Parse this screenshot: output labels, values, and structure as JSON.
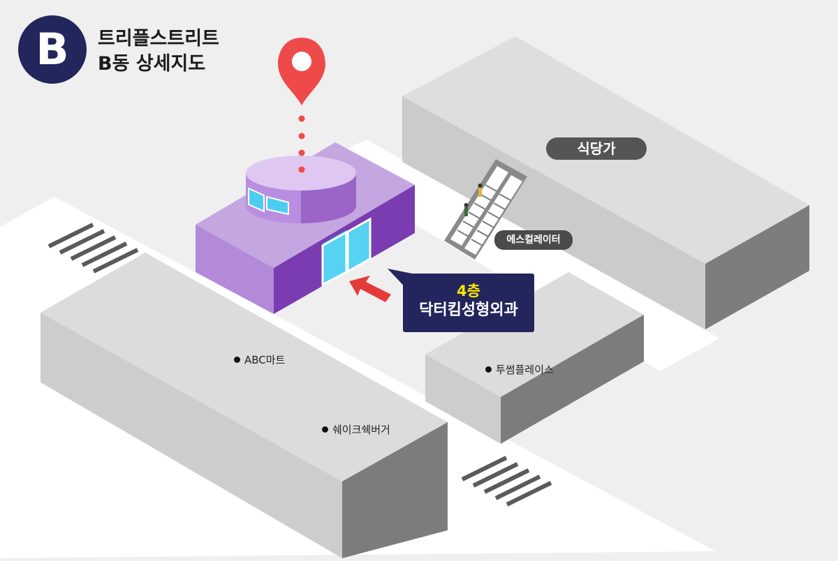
{
  "header": {
    "badge_letter": "B",
    "title_line1": "트리플스트리트",
    "title_line2": "B동 상세지도"
  },
  "labels": {
    "food_court": "식당가",
    "escalator": "에스컬레이터",
    "abc_mart": "ABC마트",
    "shake_shack": "쉐이크쉑버거",
    "twosome": "투썸플레이스"
  },
  "callout": {
    "floor": "4층",
    "clinic": "닥터킴성형외과"
  },
  "colors": {
    "badge": "#23265c",
    "callout": "#23265c",
    "floor_text": "#ffe600",
    "pin": "#ef4444",
    "arrow": "#e53a3a",
    "target_building": "#9a64c8",
    "block_top": "#dcdcdc",
    "block_side": "#7c7c7c"
  },
  "icons": {
    "pin": "map-pin-icon",
    "arrow": "arrow-icon",
    "escalator": "escalator-icon"
  }
}
